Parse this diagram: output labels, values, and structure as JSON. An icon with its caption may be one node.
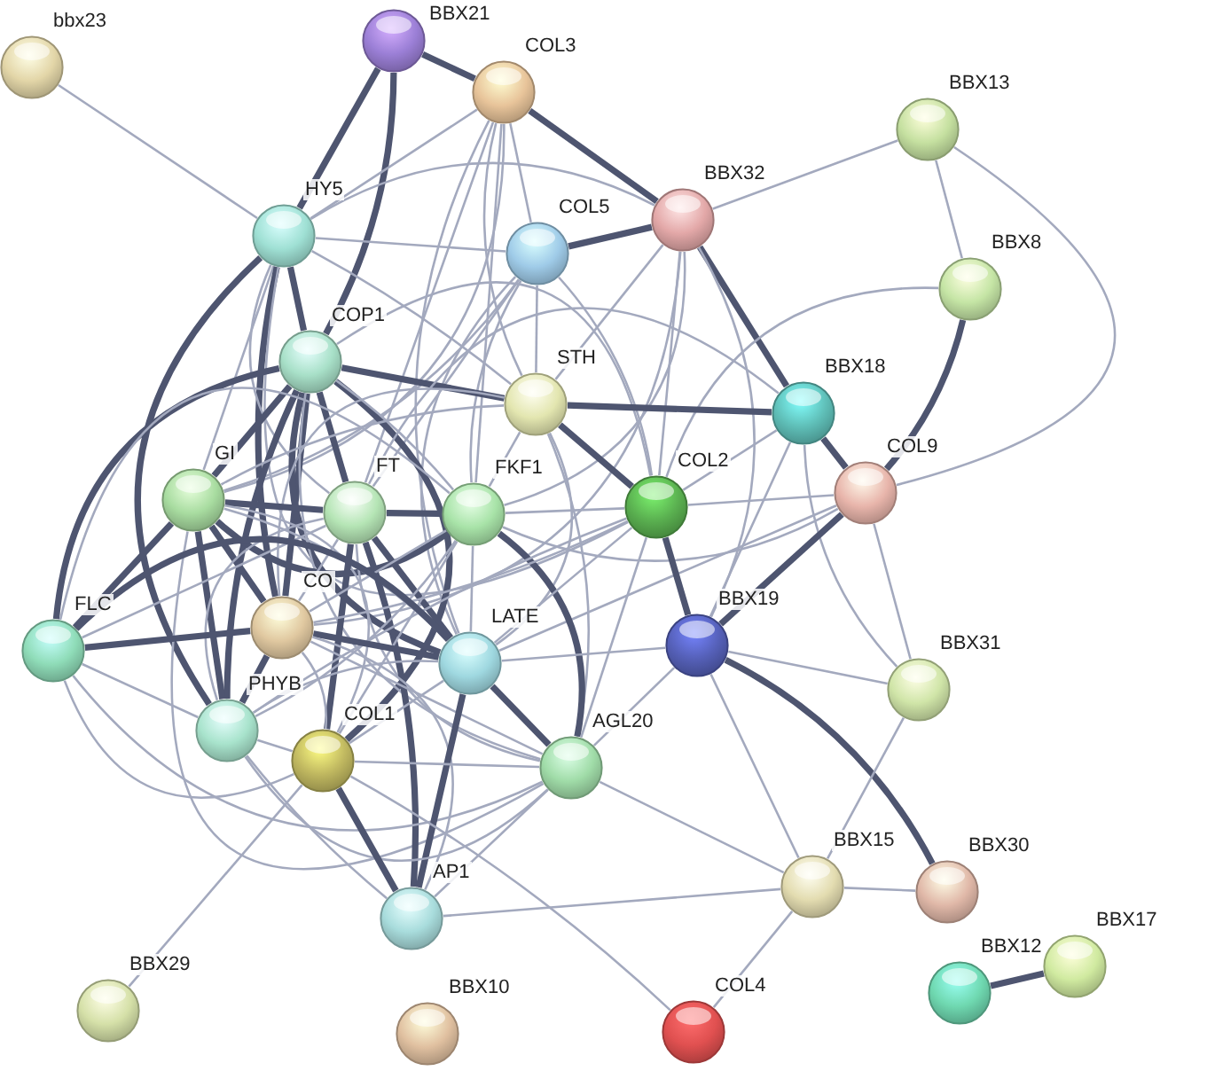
{
  "diagram": {
    "nodes": [
      {
        "text": [
          "bbx23"
        ]
      },
      {
        "text": [
          "BBX21"
        ]
      },
      {
        "text": [
          "COL3"
        ]
      },
      {
        "text": [
          "HY5"
        ]
      },
      {
        "text": [
          "COL5"
        ]
      },
      {
        "text": [
          "BBX32"
        ]
      },
      {
        "text": [
          "BBX13"
        ]
      },
      {
        "text": [
          "BBX8"
        ]
      },
      {
        "text": [
          "COP1"
        ]
      },
      {
        "text": [
          "STH"
        ]
      },
      {
        "text": [
          "BBX18"
        ]
      },
      {
        "text": [
          "COL9"
        ]
      },
      {
        "text": [
          "GI"
        ]
      },
      {
        "text": [
          "FT"
        ]
      },
      {
        "text": [
          "FKF1"
        ]
      },
      {
        "text": [
          "COL2"
        ]
      },
      {
        "text": [
          "BBX19"
        ]
      },
      {
        "text": [
          "FLC"
        ]
      },
      {
        "text": [
          "CO"
        ]
      },
      {
        "text": [
          "LATE"
        ]
      },
      {
        "text": [
          "BBX31"
        ]
      },
      {
        "text": [
          "PHYB"
        ]
      },
      {
        "text": [
          "COL1"
        ]
      },
      {
        "text": [
          "AGL20"
        ]
      },
      {
        "text": [
          "BBX15"
        ]
      },
      {
        "text": [
          "BBX30"
        ]
      },
      {
        "text": [
          "AP1"
        ]
      },
      {
        "text": [
          "BBX29"
        ]
      },
      {
        "text": [
          "BBX10"
        ]
      },
      {
        "text": [
          "COL4"
        ]
      },
      {
        "text": [
          "BBX12"
        ]
      },
      {
        "text": [
          "BBX17"
        ]
      }
    ],
    "edges": [
      {
        "from": 0,
        "to": 3,
        "arrow": "none"
      },
      {
        "from": 1,
        "to": 2,
        "arrow": "none",
        "style": "thick"
      },
      {
        "from": 1,
        "to": 3,
        "arrow": "none",
        "style": "thick"
      },
      {
        "from": 1,
        "to": 8,
        "arrow": "none",
        "style": "thick"
      },
      {
        "from": 2,
        "to": 5,
        "arrow": "none",
        "style": "thick"
      },
      {
        "from": 2,
        "to": 3,
        "arrow": "none"
      },
      {
        "from": 2,
        "to": 12,
        "arrow": "none"
      },
      {
        "from": 2,
        "to": 9,
        "arrow": "none"
      },
      {
        "from": 2,
        "to": 13,
        "arrow": "none"
      },
      {
        "from": 2,
        "to": 14,
        "arrow": "none"
      },
      {
        "from": 2,
        "to": 4,
        "arrow": "none"
      },
      {
        "from": 2,
        "to": 19,
        "arrow": "none"
      },
      {
        "from": 3,
        "to": 4,
        "arrow": "none"
      },
      {
        "from": 3,
        "to": 8,
        "arrow": "none",
        "style": "thick"
      },
      {
        "from": 3,
        "to": 9,
        "arrow": "none"
      },
      {
        "from": 3,
        "to": 5,
        "arrow": "none"
      },
      {
        "from": 3,
        "to": 12,
        "arrow": "none"
      },
      {
        "from": 3,
        "to": 18,
        "arrow": "none",
        "style": "thick"
      },
      {
        "from": 3,
        "to": 21,
        "arrow": "none",
        "style": "thick"
      },
      {
        "from": 3,
        "to": 13,
        "arrow": "none"
      },
      {
        "from": 3,
        "to": 15,
        "arrow": "none"
      },
      {
        "from": 4,
        "to": 5,
        "arrow": "none",
        "style": "thick"
      },
      {
        "from": 4,
        "to": 9,
        "arrow": "none"
      },
      {
        "from": 4,
        "to": 14,
        "arrow": "none"
      },
      {
        "from": 4,
        "to": 15,
        "arrow": "none"
      },
      {
        "from": 4,
        "to": 12,
        "arrow": "none"
      },
      {
        "from": 4,
        "to": 19,
        "arrow": "none"
      },
      {
        "from": 4,
        "to": 13,
        "arrow": "none"
      },
      {
        "from": 5,
        "to": 6,
        "arrow": "none"
      },
      {
        "from": 5,
        "to": 10,
        "arrow": "none",
        "style": "thick"
      },
      {
        "from": 5,
        "to": 9,
        "arrow": "none"
      },
      {
        "from": 5,
        "to": 15,
        "arrow": "none"
      },
      {
        "from": 5,
        "to": 16,
        "arrow": "none"
      },
      {
        "from": 5,
        "to": 14,
        "arrow": "none"
      },
      {
        "from": 5,
        "to": 18,
        "arrow": "none"
      },
      {
        "from": 6,
        "to": 7,
        "arrow": "none"
      },
      {
        "from": 6,
        "to": 11,
        "arrow": "none"
      },
      {
        "from": 7,
        "to": 11,
        "arrow": "none",
        "style": "thick"
      },
      {
        "from": 7,
        "to": 15,
        "arrow": "none"
      },
      {
        "from": 8,
        "to": 9,
        "arrow": "none",
        "style": "thick"
      },
      {
        "from": 8,
        "to": 12,
        "arrow": "none",
        "style": "thick"
      },
      {
        "from": 8,
        "to": 13,
        "arrow": "none",
        "style": "thick"
      },
      {
        "from": 8,
        "to": 18,
        "arrow": "none",
        "style": "thick"
      },
      {
        "from": 8,
        "to": 21,
        "arrow": "none",
        "style": "thick"
      },
      {
        "from": 8,
        "to": 22,
        "arrow": "none",
        "style": "thick"
      },
      {
        "from": 8,
        "to": 14,
        "arrow": "none"
      },
      {
        "from": 8,
        "to": 15,
        "arrow": "none"
      },
      {
        "from": 8,
        "to": 19,
        "arrow": "none",
        "style": "thick"
      },
      {
        "from": 8,
        "to": 17,
        "arrow": "none",
        "style": "thick"
      },
      {
        "from": 8,
        "to": 23,
        "arrow": "none"
      },
      {
        "from": 9,
        "to": 10,
        "arrow": "none",
        "style": "thick"
      },
      {
        "from": 9,
        "to": 14,
        "arrow": "none"
      },
      {
        "from": 9,
        "to": 15,
        "arrow": "none",
        "style": "thick"
      },
      {
        "from": 9,
        "to": 19,
        "arrow": "none"
      },
      {
        "from": 9,
        "to": 23,
        "arrow": "none"
      },
      {
        "from": 9,
        "to": 18,
        "arrow": "none"
      },
      {
        "from": 9,
        "to": 12,
        "arrow": "none"
      },
      {
        "from": 10,
        "to": 11,
        "arrow": "none",
        "style": "thick"
      },
      {
        "from": 10,
        "to": 15,
        "arrow": "none"
      },
      {
        "from": 10,
        "to": 16,
        "arrow": "none"
      },
      {
        "from": 10,
        "to": 20,
        "arrow": "none"
      },
      {
        "from": 10,
        "to": 13,
        "arrow": "none"
      },
      {
        "from": 11,
        "to": 15,
        "arrow": "none"
      },
      {
        "from": 11,
        "to": 16,
        "arrow": "none",
        "style": "thick"
      },
      {
        "from": 11,
        "to": 20,
        "arrow": "none"
      },
      {
        "from": 11,
        "to": 14,
        "arrow": "none"
      },
      {
        "from": 11,
        "to": 19,
        "arrow": "none"
      },
      {
        "from": 12,
        "to": 13,
        "arrow": "none",
        "style": "thick"
      },
      {
        "from": 12,
        "to": 14,
        "arrow": "none",
        "style": "thick"
      },
      {
        "from": 12,
        "to": 17,
        "arrow": "none",
        "style": "thick"
      },
      {
        "from": 12,
        "to": 18,
        "arrow": "none",
        "style": "thick"
      },
      {
        "from": 12,
        "to": 21,
        "arrow": "none",
        "style": "thick"
      },
      {
        "from": 12,
        "to": 22,
        "arrow": "none"
      },
      {
        "from": 12,
        "to": 19,
        "arrow": "none"
      },
      {
        "from": 12,
        "to": 23,
        "arrow": "none"
      },
      {
        "from": 13,
        "to": 14,
        "arrow": "none",
        "style": "thick"
      },
      {
        "from": 13,
        "to": 18,
        "arrow": "none"
      },
      {
        "from": 13,
        "to": 21,
        "arrow": "none"
      },
      {
        "from": 13,
        "to": 22,
        "arrow": "none",
        "style": "thick"
      },
      {
        "from": 13,
        "to": 19,
        "arrow": "none",
        "style": "thick"
      },
      {
        "from": 13,
        "to": 23,
        "arrow": "none"
      },
      {
        "from": 13,
        "to": 26,
        "arrow": "none",
        "style": "thick"
      },
      {
        "from": 13,
        "to": 17,
        "arrow": "none"
      },
      {
        "from": 14,
        "to": 15,
        "arrow": "none"
      },
      {
        "from": 14,
        "to": 18,
        "arrow": "none"
      },
      {
        "from": 14,
        "to": 19,
        "arrow": "none"
      },
      {
        "from": 14,
        "to": 21,
        "arrow": "none"
      },
      {
        "from": 14,
        "to": 22,
        "arrow": "none"
      },
      {
        "from": 14,
        "to": 23,
        "arrow": "none",
        "style": "thick"
      },
      {
        "from": 14,
        "to": 17,
        "arrow": "none"
      },
      {
        "from": 15,
        "to": 16,
        "arrow": "none",
        "style": "thick"
      },
      {
        "from": 15,
        "to": 19,
        "arrow": "none"
      },
      {
        "from": 15,
        "to": 18,
        "arrow": "none"
      },
      {
        "from": 15,
        "to": 23,
        "arrow": "none"
      },
      {
        "from": 15,
        "to": 21,
        "arrow": "none"
      },
      {
        "from": 16,
        "to": 19,
        "arrow": "none"
      },
      {
        "from": 16,
        "to": 23,
        "arrow": "none"
      },
      {
        "from": 16,
        "to": 20,
        "arrow": "none"
      },
      {
        "from": 16,
        "to": 25,
        "arrow": "none",
        "style": "thick"
      },
      {
        "from": 16,
        "to": 24,
        "arrow": "none"
      },
      {
        "from": 17,
        "to": 18,
        "arrow": "none",
        "style": "thick"
      },
      {
        "from": 17,
        "to": 19,
        "arrow": "none",
        "style": "thick"
      },
      {
        "from": 17,
        "to": 21,
        "arrow": "none"
      },
      {
        "from": 17,
        "to": 23,
        "arrow": "none"
      },
      {
        "from": 17,
        "to": 22,
        "arrow": "none"
      },
      {
        "from": 18,
        "to": 19,
        "arrow": "none",
        "style": "thick"
      },
      {
        "from": 18,
        "to": 21,
        "arrow": "none",
        "style": "thick"
      },
      {
        "from": 18,
        "to": 22,
        "arrow": "none"
      },
      {
        "from": 18,
        "to": 23,
        "arrow": "none"
      },
      {
        "from": 18,
        "to": 26,
        "arrow": "none"
      },
      {
        "from": 19,
        "to": 21,
        "arrow": "none"
      },
      {
        "from": 19,
        "to": 22,
        "arrow": "none"
      },
      {
        "from": 19,
        "to": 23,
        "arrow": "none",
        "style": "thick"
      },
      {
        "from": 19,
        "to": 26,
        "arrow": "none",
        "style": "thick"
      },
      {
        "from": 20,
        "to": 24,
        "arrow": "none"
      },
      {
        "from": 21,
        "to": 22,
        "arrow": "none"
      },
      {
        "from": 21,
        "to": 23,
        "arrow": "none"
      },
      {
        "from": 21,
        "to": 26,
        "arrow": "none"
      },
      {
        "from": 22,
        "to": 23,
        "arrow": "none"
      },
      {
        "from": 22,
        "to": 26,
        "arrow": "none",
        "style": "thick"
      },
      {
        "from": 22,
        "to": 27,
        "arrow": "none"
      },
      {
        "from": 22,
        "to": 29,
        "arrow": "none"
      },
      {
        "from": 23,
        "to": 26,
        "arrow": "none"
      },
      {
        "from": 23,
        "to": 24,
        "arrow": "none"
      },
      {
        "from": 24,
        "to": 25,
        "arrow": "none"
      },
      {
        "from": 24,
        "to": 29,
        "arrow": "none"
      },
      {
        "from": 24,
        "to": 26,
        "arrow": "none"
      },
      {
        "from": 30,
        "to": 31,
        "arrow": "none",
        "style": "thick"
      }
    ]
  }
}
